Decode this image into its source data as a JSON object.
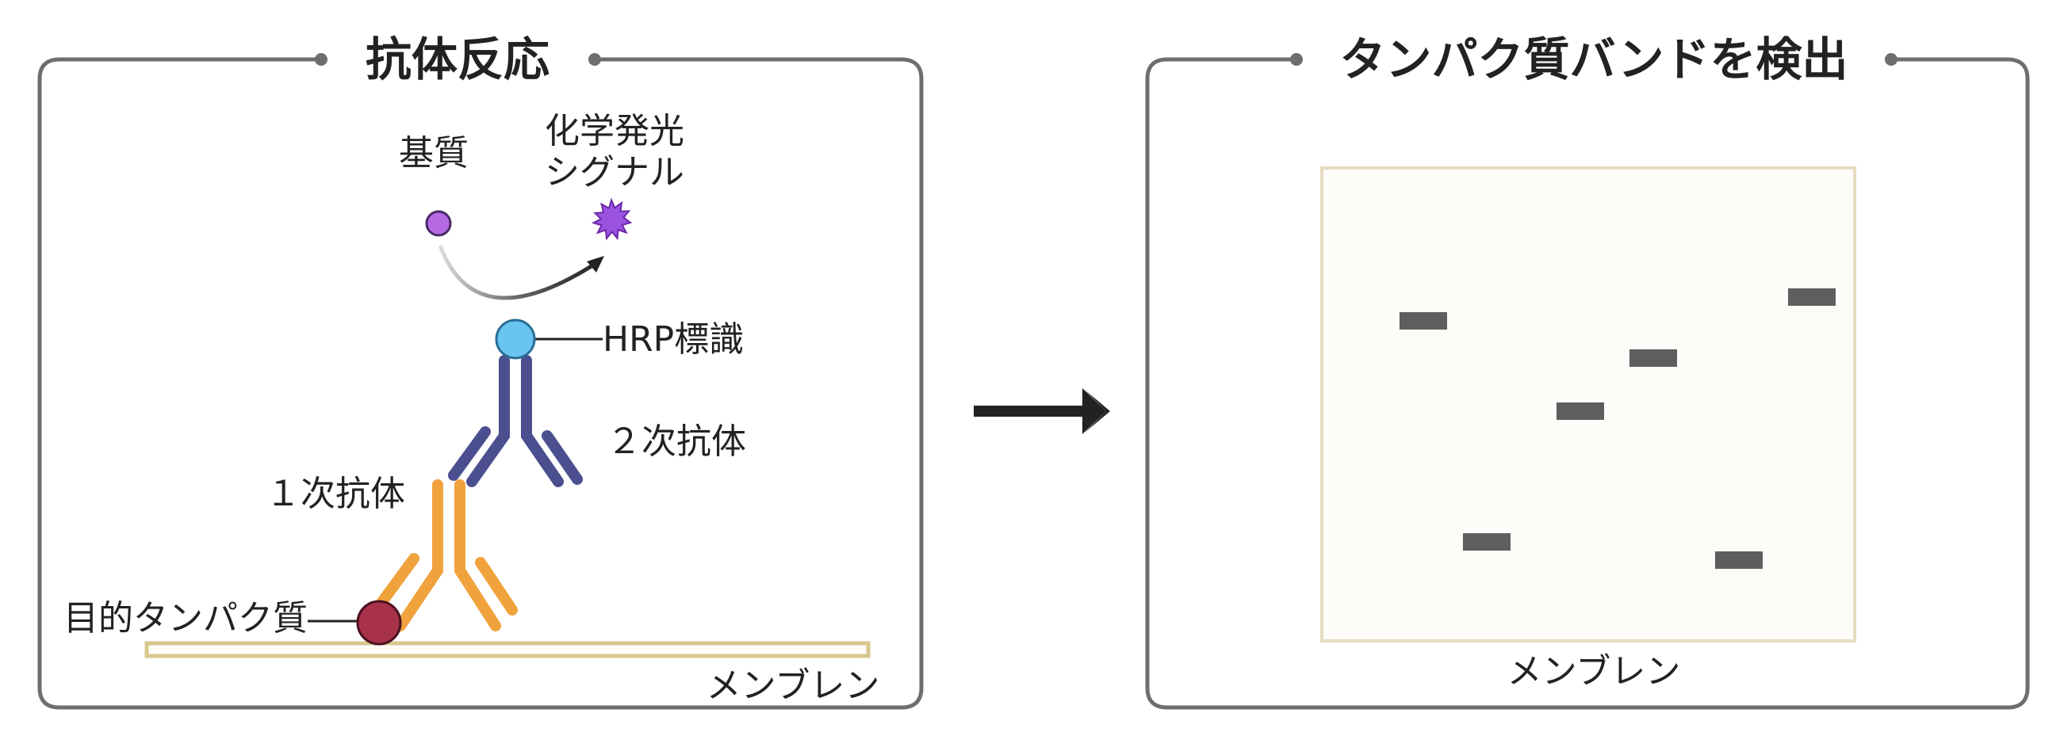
{
  "left_panel": {
    "title": "抗体反応",
    "labels": {
      "substrate": "基質",
      "signal_line1": "化学発光",
      "signal_line2": "シグナル",
      "hrp": "HRP標識",
      "secondary": "２次抗体",
      "primary": "１次抗体",
      "target": "目的タンパク質",
      "membrane": "メンブレン"
    }
  },
  "arrow": {
    "icon": "right-arrow-icon"
  },
  "right_panel": {
    "title": "タンパク質バンドを検出",
    "membrane_label": "メンブレン",
    "band_count": 6
  },
  "colors": {
    "frame": "#6e6e6e",
    "secondary_antibody": "#4b4f8f",
    "primary_antibody": "#f0a23d",
    "hrp": "#69c4ef",
    "target_protein": "#a8324a",
    "substrate": "#b56ae4",
    "signal": "#9b52e0",
    "membrane_edge": "#d8c78e",
    "membrane_fill": "#fdfcf8",
    "band": "#5e5e5e"
  }
}
